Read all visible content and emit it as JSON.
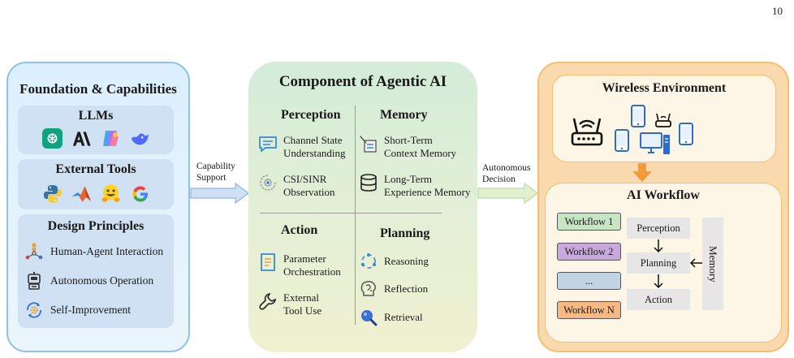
{
  "page_number": "10",
  "foundation": {
    "title": "Foundation & Capabilities",
    "llms": {
      "title": "LLMs",
      "logos": [
        {
          "icon": "chatgpt-logo-icon",
          "color": "#10a37f"
        },
        {
          "icon": "anthropic-logo-icon",
          "color": "#1a1a1a",
          "text": "A\\"
        },
        {
          "icon": "copilot-logo-icon",
          "color": "#8f6df0"
        },
        {
          "icon": "deepseek-logo-icon",
          "color": "#4d6bfe"
        }
      ]
    },
    "tools": {
      "title": "External Tools",
      "logos": [
        {
          "icon": "python-logo-icon"
        },
        {
          "icon": "matlab-logo-icon"
        },
        {
          "icon": "huggingface-logo-icon"
        },
        {
          "icon": "google-logo-icon",
          "text": "G"
        }
      ]
    },
    "principles": {
      "title": "Design Principles",
      "items": [
        {
          "label": "Human-Agent Interaction",
          "icon": "people-network-icon"
        },
        {
          "label": "Autonomous Operation",
          "icon": "robot-icon"
        },
        {
          "label": "Self-Improvement",
          "icon": "gear-cycle-icon"
        }
      ]
    }
  },
  "arrow_left": {
    "line1": "Capability",
    "line2": "Support"
  },
  "arrow_right": {
    "line1": "Autonomous",
    "line2": "Decision"
  },
  "component": {
    "title": "Component of Agentic AI",
    "perception": {
      "title": "Perception",
      "items": [
        {
          "line1": "Channel State",
          "line2": "Understanding",
          "icon": "chat-icon"
        },
        {
          "line1": "CSI/SINR",
          "line2": "Observation",
          "icon": "radar-icon"
        }
      ]
    },
    "memory": {
      "title": "Memory",
      "items": [
        {
          "line1": "Short-Term",
          "line2": "Context Memory",
          "icon": "notepad-icon"
        },
        {
          "line1": "Long-Term",
          "line2": "Experience Memory",
          "icon": "database-icon"
        }
      ]
    },
    "action": {
      "title": "Action",
      "items": [
        {
          "line1": "Parameter",
          "line2": "Orchestration",
          "icon": "document-icon"
        },
        {
          "line1": "External",
          "line2": "Tool Use",
          "icon": "wrench-icon"
        }
      ]
    },
    "planning": {
      "title": "Planning",
      "items": [
        {
          "label": "Reasoning",
          "icon": "cycle-dots-icon"
        },
        {
          "label": "Reflection",
          "icon": "brain-icon"
        },
        {
          "label": "Retrieval",
          "icon": "magnifier-icon"
        }
      ]
    }
  },
  "wireless": {
    "title": "Wireless Environment"
  },
  "workflow": {
    "title": "AI Workflow",
    "workflows": [
      {
        "label": "Workflow 1",
        "color": "#c6e5c3"
      },
      {
        "label": "Workflow 2",
        "color": "#c9a8dc"
      },
      {
        "label": "...",
        "color": "#c3d3e6"
      },
      {
        "label": "Workflow N",
        "color": "#f7b984"
      }
    ],
    "steps": [
      "Perception",
      "Planning",
      "Action"
    ],
    "memory": "Memory"
  }
}
